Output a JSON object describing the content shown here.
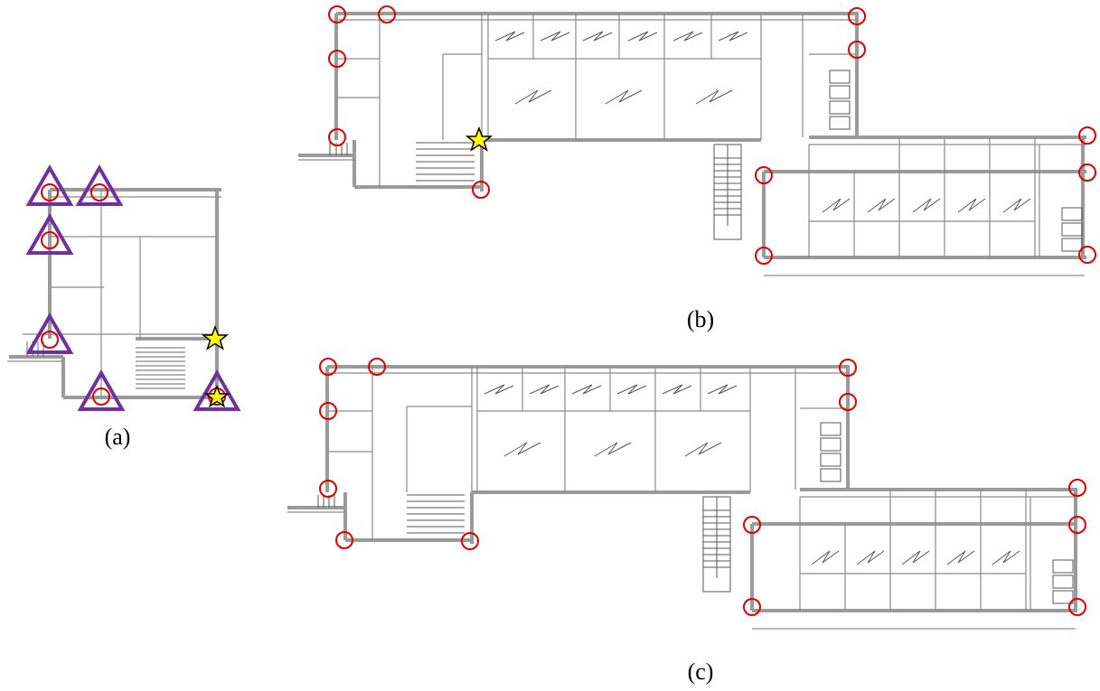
{
  "panels": [
    {
      "id": "a",
      "label": "(a)",
      "description_markers": {
        "triangle_color": "#7030A0",
        "circle_color": "#E00000",
        "star_color": "#FFFF00"
      }
    },
    {
      "id": "b",
      "label": "(b)"
    },
    {
      "id": "c",
      "label": "(c)"
    }
  ],
  "colors": {
    "wall": "#9a9a9a",
    "thin_line": "#7a7a7a",
    "column_circle": "#E00000",
    "triangle": "#7030A0",
    "star_fill": "#FFFF00",
    "star_stroke": "#000000"
  }
}
